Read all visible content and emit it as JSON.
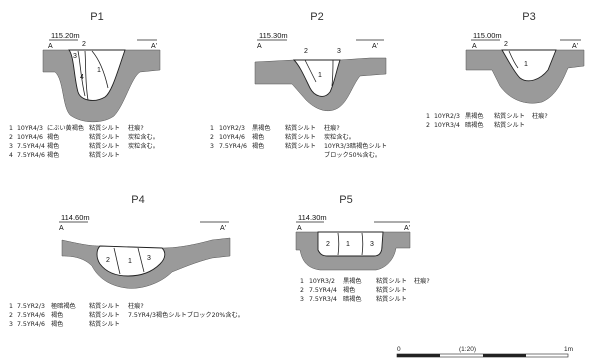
{
  "sections": [
    {
      "title": "P1",
      "elevation": "115.20m",
      "a": "A",
      "a_prime": "A'",
      "layer_labels": [
        "1",
        "2",
        "3",
        "4"
      ],
      "legend": [
        {
          "no": "1",
          "color": "10YR4/3",
          "name": "にぶい黄褐色",
          "soil": "粘質シルト",
          "note": "柱痕?"
        },
        {
          "no": "2",
          "color": "10YR4/6",
          "name": "褐色",
          "soil": "粘質シルト",
          "note": "炭粒含む。"
        },
        {
          "no": "3",
          "color": "7.5YR4/4",
          "name": "褐色",
          "soil": "粘質シルト",
          "note": "炭粒含む。"
        },
        {
          "no": "4",
          "color": "7.5YR4/6",
          "name": "褐色",
          "soil": "粘質シルト",
          "note": ""
        }
      ]
    },
    {
      "title": "P2",
      "elevation": "115.30m",
      "a": "A",
      "a_prime": "A'",
      "layer_labels": [
        "1",
        "2",
        "3"
      ],
      "legend": [
        {
          "no": "1",
          "color": "10YR2/3",
          "name": "黒褐色",
          "soil": "粘質シルト",
          "note": "柱痕?"
        },
        {
          "no": "2",
          "color": "10YR4/6",
          "name": "褐色",
          "soil": "粘質シルト",
          "note": "炭粒含む。"
        },
        {
          "no": "3",
          "color": "7.5YR4/6",
          "name": "褐色",
          "soil": "粘質シルト",
          "note": "10YR3/3暗褐色シルト"
        }
      ],
      "legend_extra": "ブロック50%含む。"
    },
    {
      "title": "P3",
      "elevation": "115.00m",
      "a": "A",
      "a_prime": "A'",
      "layer_labels": [
        "1",
        "2"
      ],
      "legend": [
        {
          "no": "1",
          "color": "10YR2/3",
          "name": "黒褐色",
          "soil": "粘質シルト",
          "note": "柱痕?"
        },
        {
          "no": "2",
          "color": "10YR3/4",
          "name": "暗褐色",
          "soil": "粘質シルト",
          "note": ""
        }
      ]
    },
    {
      "title": "P4",
      "elevation": "114.60m",
      "a": "A",
      "a_prime": "A'",
      "layer_labels": [
        "1",
        "2",
        "3"
      ],
      "legend": [
        {
          "no": "1",
          "color": "7.5YR2/3",
          "name": "極暗褐色",
          "soil": "粘質シルト",
          "note": "柱痕?"
        },
        {
          "no": "2",
          "color": "7.5YR4/6",
          "name": "褐色",
          "soil": "粘質シルト",
          "note": "7.5YR4/3褐色シルトブロック20%含む。"
        },
        {
          "no": "3",
          "color": "7.5YR4/6",
          "name": "褐色",
          "soil": "粘質シルト",
          "note": ""
        }
      ]
    },
    {
      "title": "P5",
      "elevation": "114.30m",
      "a": "A",
      "a_prime": "A'",
      "layer_labels": [
        "1",
        "2",
        "3"
      ],
      "legend": [
        {
          "no": "1",
          "color": "10YR3/2",
          "name": "黒褐色",
          "soil": "粘質シルト",
          "note": "柱痕?"
        },
        {
          "no": "2",
          "color": "7.5YR4/4",
          "name": "褐色",
          "soil": "粘質シルト",
          "note": ""
        },
        {
          "no": "3",
          "color": "7.5YR3/4",
          "name": "暗褐色",
          "soil": "粘質シルト",
          "note": ""
        }
      ]
    }
  ],
  "scale_bar": {
    "start": "0",
    "ratio": "(1:20)",
    "end": "1m"
  }
}
